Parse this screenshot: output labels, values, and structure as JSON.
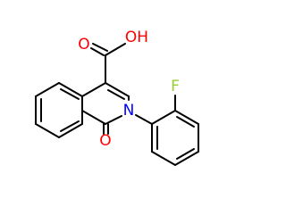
{
  "labels": {
    "hydroxyl": "OH",
    "carbonyl_oxygen_acid": "O",
    "ring_nitrogen": "N",
    "lactam_oxygen": "O",
    "fluorine": "F"
  },
  "colors": {
    "bond": "#000000",
    "oxygen": "#ff0000",
    "nitrogen": "#0000ff",
    "fluorine": "#9acd32",
    "background": "#ffffff"
  }
}
